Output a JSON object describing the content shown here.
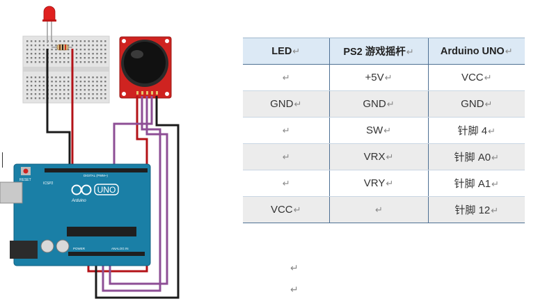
{
  "circuit": {
    "board_logo": "UNO",
    "board_brand": "Arduino",
    "board_reset_label": "RESET",
    "board_icsp_label": "ICSP2",
    "header_digital_label": "DIGITAL (PWM~)",
    "header_power_label": "POWER",
    "header_analog_label": "ANALOG IN",
    "colors": {
      "board": "#1a7fa6",
      "wire_black": "#1b1b1b",
      "wire_red": "#b31217",
      "wire_purple": "#8d4e95",
      "led": "#e0201f",
      "joystick_pcb": "#cf2320"
    }
  },
  "table": {
    "paragraph_mark": "↵",
    "headers": [
      "LED",
      "PS2 游戏摇杆",
      "Arduino UNO"
    ],
    "rows": [
      [
        "",
        "+5V",
        "VCC"
      ],
      [
        "GND",
        "GND",
        "GND"
      ],
      [
        "",
        "SW",
        "针脚 4"
      ],
      [
        "",
        "VRX",
        "针脚 A0"
      ],
      [
        "",
        "VRY",
        "针脚 A1"
      ],
      [
        "VCC",
        "",
        "针脚 12"
      ]
    ]
  },
  "trailing_marks": [
    "↵",
    "↵"
  ]
}
